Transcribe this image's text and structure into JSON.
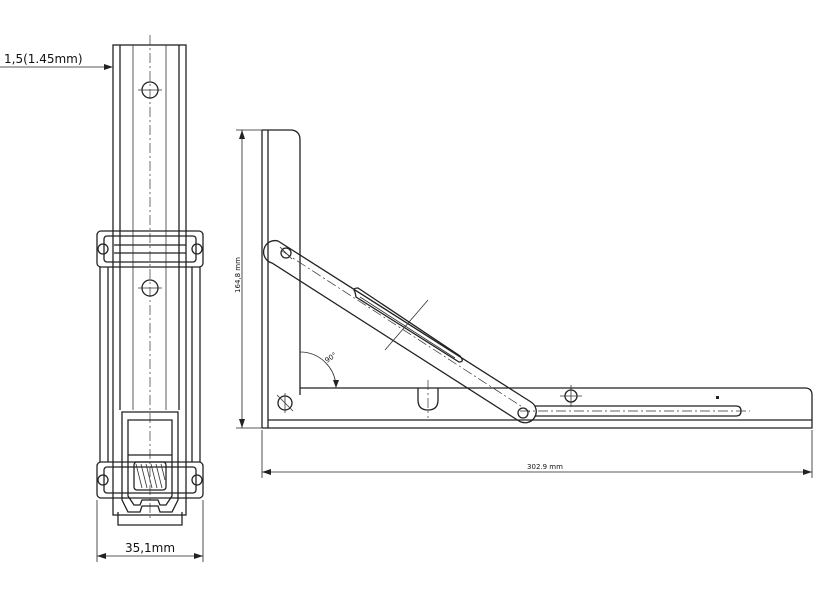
{
  "dimensions": {
    "thickness": "1,5(1.45mm)",
    "width": "35,1mm",
    "height": "164,8 mm",
    "length": "302.9 mm",
    "angle": "90°"
  }
}
